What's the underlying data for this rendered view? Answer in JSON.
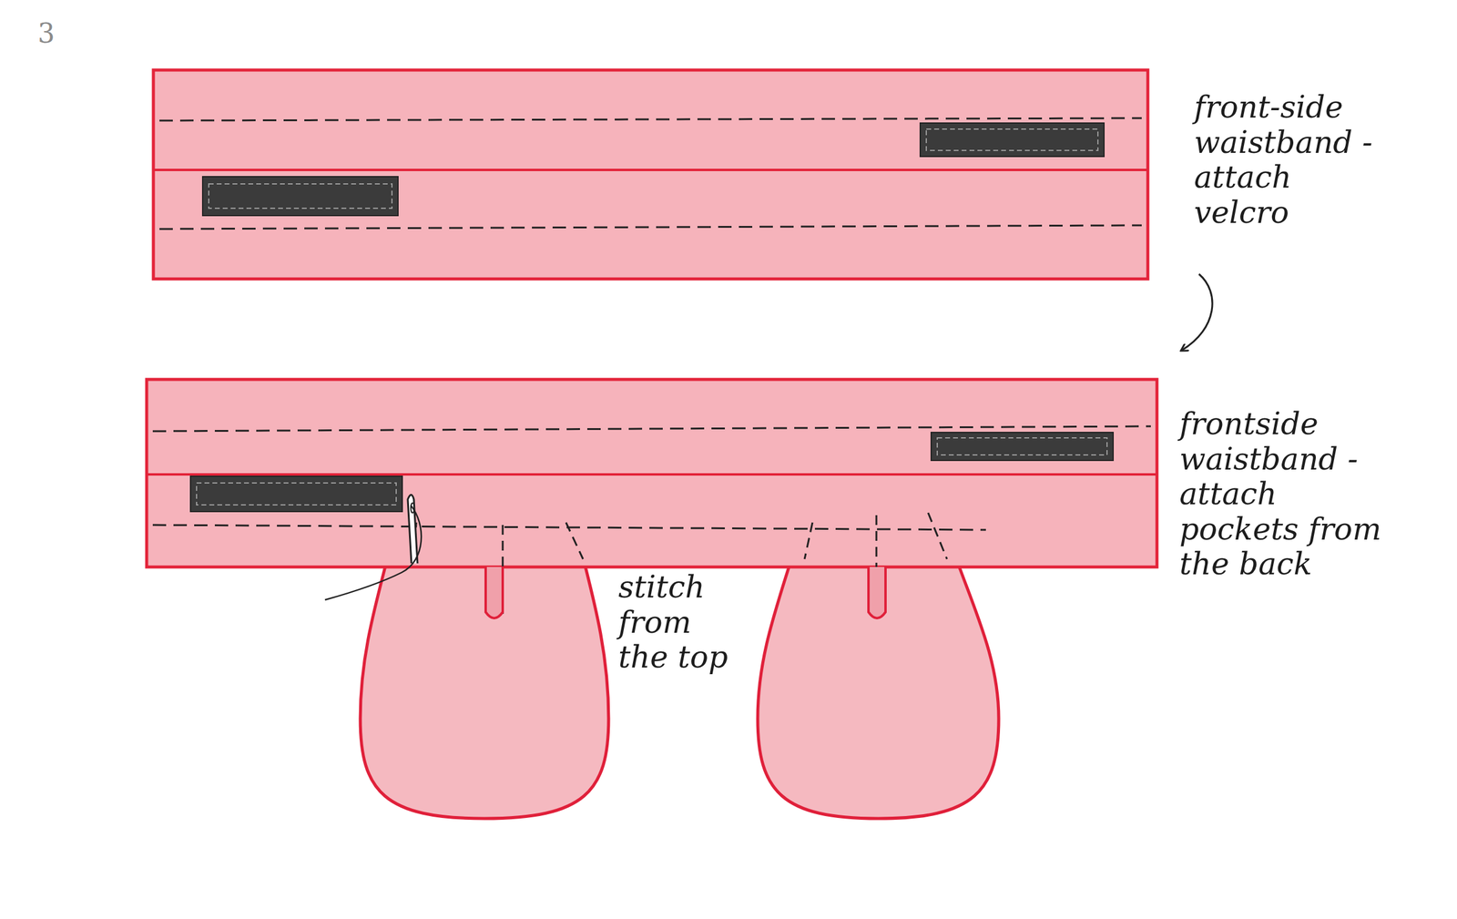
{
  "diagram": {
    "labels": [
      "3",
      "front-side waistband - attach velcro",
      "frontside waistband - attach pockets from the back",
      "stitch from the top"
    ]
  }
}
